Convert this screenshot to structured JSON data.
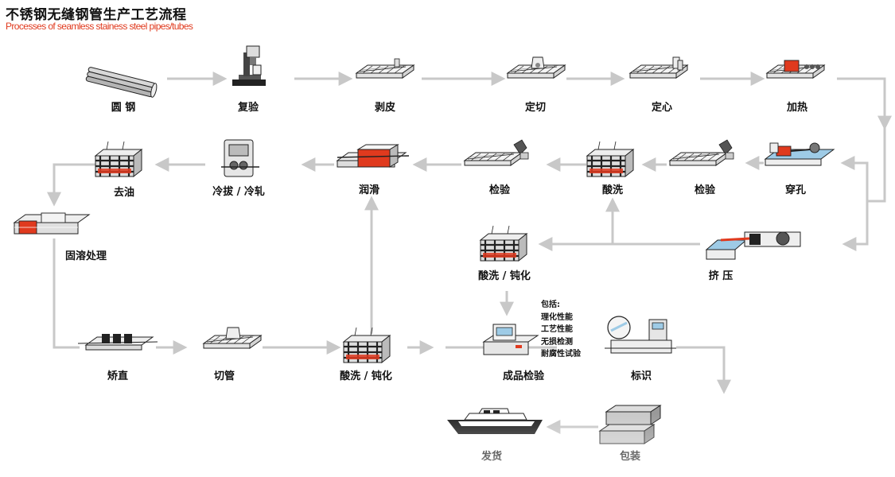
{
  "title": "不锈钢无缝钢管生产工艺流程",
  "subtitle": "Processes of seamless stainess steel pipes/tubes",
  "steps": {
    "round_steel": "圆 钢",
    "recheck": "复验",
    "peeling": "剥皮",
    "cut_length": "定切",
    "centering": "定心",
    "heating": "加热",
    "piercing": "穿孔",
    "inspect1": "检验",
    "pickling1": "酸洗",
    "inspect2": "检验",
    "lubrication": "润滑",
    "cold_draw_roll": "冷拔 / 冷轧",
    "degreasing": "去油",
    "solution_treatment": "固溶处理",
    "extrusion": "挤 压",
    "pickling_passivation1": "酸洗 / 钝化",
    "straightening": "矫直",
    "tube_cutting": "切管",
    "pickling_passivation2": "酸洗 / 钝化",
    "final_inspection": "成品检验",
    "marking": "标识",
    "packing": "包装",
    "shipping": "发货"
  },
  "inspection_notes": {
    "heading": "包括:",
    "items": [
      "理化性能",
      "工艺性能",
      "无损检测",
      "耐腐性试验"
    ]
  },
  "colors": {
    "arrow": "#c8c8c8",
    "accent_red": "#e03a1e",
    "machine_line": "#222222",
    "machine_fill": "#f1f1f1",
    "tank_dark": "#3a3a3a",
    "water_blue": "#9ecbe6"
  }
}
